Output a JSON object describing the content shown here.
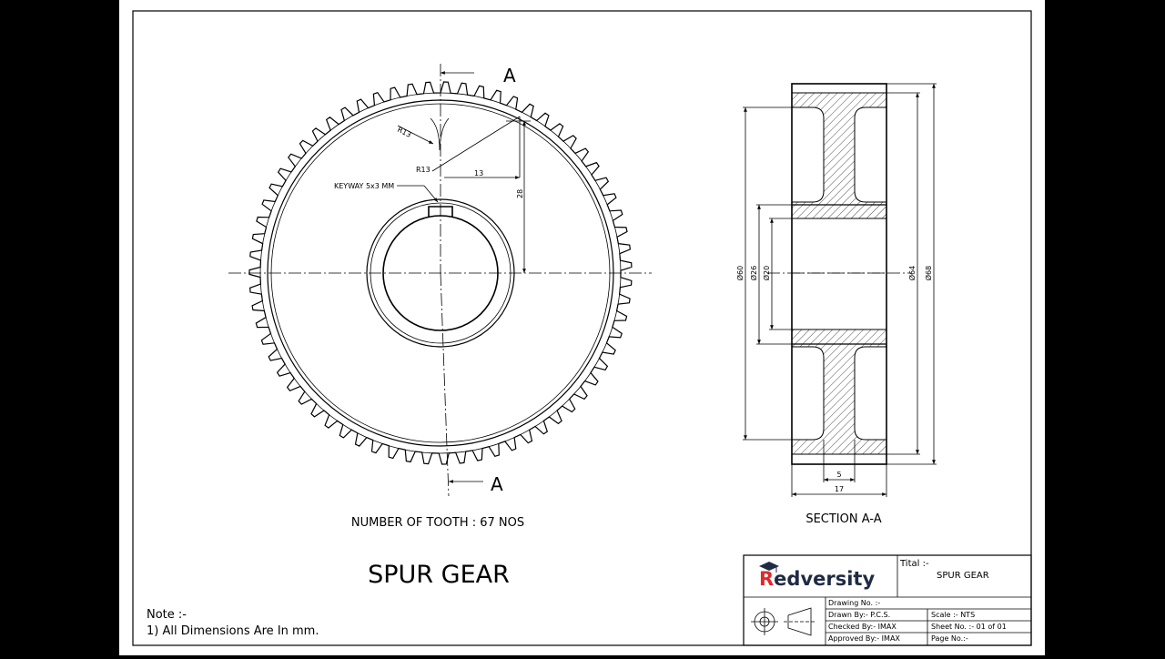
{
  "drawing": {
    "title": "SPUR GEAR",
    "tooth_note": "NUMBER OF TOOTH : 67 NOS",
    "section_label": "SECTION A-A",
    "section_marker": "A",
    "keyway_label": "KEYWAY 5x3 MM",
    "dim_r13_upper": "R13",
    "dim_r13_lower": "R13",
    "dim_13": "13",
    "dim_28": "28",
    "dim_d60": "Ø60",
    "dim_d26": "Ø26",
    "dim_d20": "Ø20",
    "dim_d64": "Ø64",
    "dim_d68": "Ø68",
    "dim_5": "5",
    "dim_17": "17",
    "tooth_count": 67,
    "notes_title": "Note :-",
    "notes_item": "1) All Dimensions Are In mm."
  },
  "title_block": {
    "brand": "Redversity",
    "tital_label": "Tital :-",
    "tital_value": "SPUR GEAR",
    "drawing_no": "Drawing No. :-",
    "drawn_by": "Drawn By:- P.C.S.",
    "checked_by": "Checked By:- IMAX",
    "approved_by": "Approved By:- IMAX",
    "scale": "Scale :- NTS",
    "sheet_no": "Sheet No. :- 01 of 01",
    "page_no": "Page No.:-"
  },
  "colors": {
    "brand_red": "#e0292b",
    "brand_navy": "#1f2a44"
  }
}
